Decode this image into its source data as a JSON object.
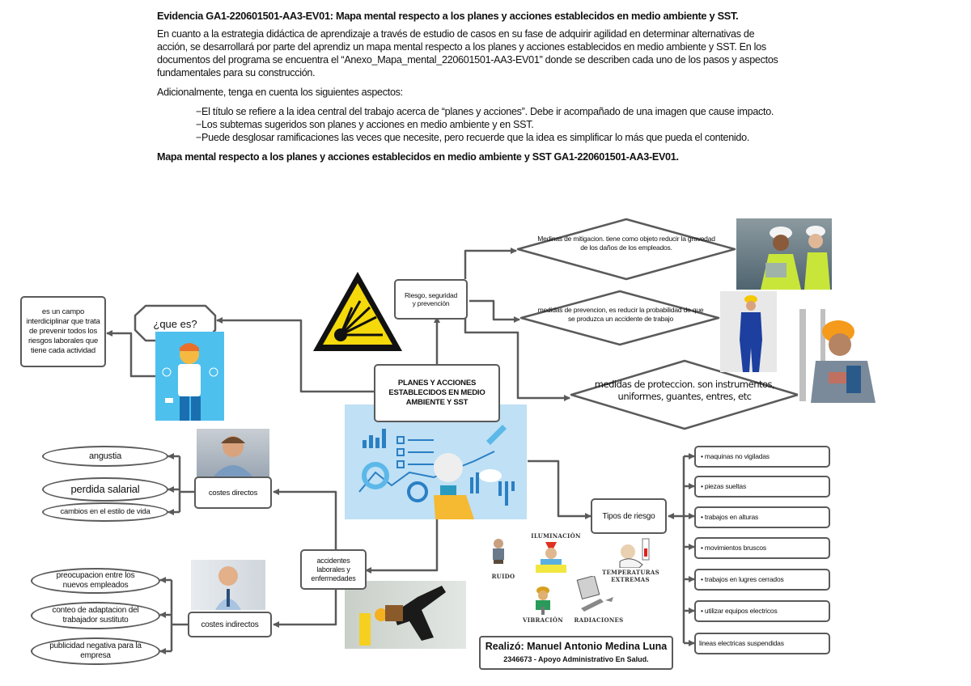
{
  "document": {
    "title": "Evidencia GA1-220601501-AA3-EV01: Mapa mental respecto a los planes y acciones establecidos en medio ambiente y SST.",
    "intro": "En cuanto a la estrategia didáctica de aprendizaje a través de estudio de casos en su fase de adquirir agilidad en determinar alternativas de acción, se desarrollará por parte del aprendiz un mapa mental respecto a los planes y acciones establecidos en medio ambiente y SST. En los documentos del programa se encuentra el “Anexo_Mapa_mental_220601501-AA3-EV01” donde se describen cada uno de los pasos y aspectos fundamentales para su construcción.",
    "aspects_intro": "Adicionalmente, tenga en cuenta los siguientes aspectos:",
    "aspects": [
      "−El título se refiere a la idea central del trabajo acerca de “planes y acciones”. Debe ir acompañado de una imagen que cause impacto.",
      "−Los subtemas sugeridos son planes y acciones en medio ambiente y en SST.",
      "−Puede desglosar ramificaciones las veces que necesite, pero recuerde que la idea es simplificar lo más que pueda el contenido."
    ],
    "map_title": "Mapa mental respecto a los planes y acciones establecidos en medio ambiente y SST GA1-220601501-AA3-EV01."
  },
  "mindmap": {
    "central": "PLANES Y ACCIONES ESTABLECIDOS EN MEDIO AMBIENTE Y SST",
    "que_es": "¿que es?",
    "definition": "es un campo interdiciplinar que trata de prevenir todos los riesgos laborales que tiene cada actividad",
    "riesgo": "Riesgo, seguridad y prevención",
    "measures": [
      "Medinas de mitigacion. tiene como objeto reducir la gravedad de los daños de los empleados.",
      "medidas de prevencion, es reducir la probabilidad de que se produzca un accidente de trabajo",
      "medidas de proteccion. son instrumentos, uniformes, guantes, entres, etc"
    ],
    "accidentes": "accidentes laborales y enfermedades",
    "costes_directos": {
      "label": "costes directos",
      "items": [
        "angustia",
        "perdida salarial",
        "cambios en el estilo de vida"
      ]
    },
    "costes_indirectos": {
      "label": "costes indirectos",
      "items": [
        "preocupacion entre los nuevos empleados",
        "conteo de adaptacion del trabajador sustituto",
        "publicidad negativa para la empresa"
      ]
    },
    "tipos_riesgo": {
      "label": "Tipos de riesgo",
      "items": [
        "• maquinas no vigiladas",
        "• piezas sueltas",
        "• trabajos en alturas",
        "• movimientos bruscos",
        "• trabajos en lugres cerrados",
        "• utilizar equipos electricos",
        "lineas electricas suspendidas"
      ]
    },
    "risk_icons": [
      "RUIDO",
      "ILUMINACIÓN",
      "TEMPERATURAS EXTREMAS",
      "VIBRACIÓN",
      "RADIACIONES"
    ]
  },
  "credit": {
    "line1": "Realizó: Manuel Antonio Medina Luna",
    "line2": "2346673 - Apoyo Administrativo En Salud."
  },
  "colors": {
    "connector": "#5a5a5a",
    "image_bg": "#bfe0f5",
    "warning_yellow": "#f5d90a"
  }
}
